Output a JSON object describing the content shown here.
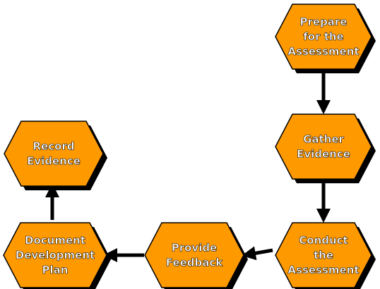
{
  "colors": {
    "node_fill": "#ff9900",
    "node_stroke": "#000000",
    "node_shadow": "#000000",
    "label_fill": "#ffffff",
    "arrow": "#000000",
    "background": "#ffffff"
  },
  "nodes": [
    {
      "id": "prepare",
      "lines": [
        "Prepare",
        "for the",
        "Assessment"
      ]
    },
    {
      "id": "gather",
      "lines": [
        "Gather",
        "Evidence"
      ]
    },
    {
      "id": "conduct",
      "lines": [
        "Conduct",
        "the",
        "Assessment"
      ]
    },
    {
      "id": "feedback",
      "lines": [
        "Provide",
        "Feedback"
      ]
    },
    {
      "id": "plan",
      "lines": [
        "Document",
        "Development",
        "Plan"
      ]
    },
    {
      "id": "record",
      "lines": [
        "Record",
        "Evidence"
      ]
    }
  ],
  "edges": [
    {
      "from": "prepare",
      "to": "gather"
    },
    {
      "from": "gather",
      "to": "conduct"
    },
    {
      "from": "conduct",
      "to": "feedback"
    },
    {
      "from": "feedback",
      "to": "plan"
    },
    {
      "from": "plan",
      "to": "record"
    }
  ]
}
